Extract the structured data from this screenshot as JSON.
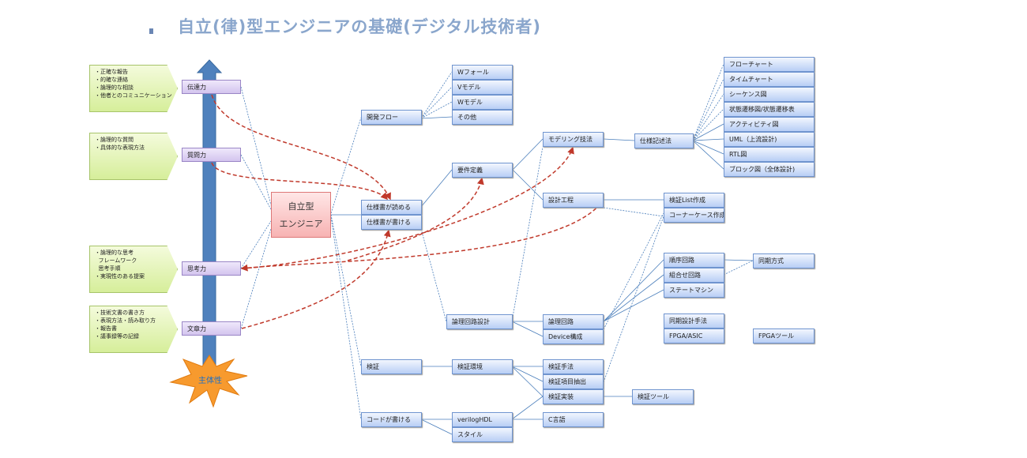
{
  "title": "自立(律)型エンジニアの基礎(デジタル技術者)",
  "skills": [
    {
      "label": "伝達力",
      "notes": [
        "・正確な報告",
        "・的確な連絡",
        "・論理的な相談",
        "・他者とのコミュニケーション"
      ]
    },
    {
      "label": "質問力",
      "notes": [
        "・論理的な質問",
        "・具体的な表現方法"
      ]
    },
    {
      "label": "思考力",
      "notes": [
        "・論理的な思考",
        "  フレームワーク",
        "  思考手順",
        "・実現性のある提案"
      ]
    },
    {
      "label": "文章力",
      "notes": [
        "・技術文書の書き方",
        "・表現方法・読み取り方",
        "・報告書",
        "・議事録等の記録"
      ]
    }
  ],
  "base": "主体性",
  "center": {
    "line1": "自立型",
    "line2": "エンジニア"
  },
  "nodes": {
    "dev_flow": "開発フロー",
    "dev_models": [
      "Wフォール",
      "Vモデル",
      "Wモデル",
      "その他"
    ],
    "spec": [
      "仕様書が読める",
      "仕様書が書ける"
    ],
    "requirements": "要件定義",
    "modeling": "モデリング技法",
    "design_process": "設計工程",
    "spec_notation": "仕様記述法",
    "diagrams": [
      "フローチャート",
      "タイムチャート",
      "シーケンス図",
      "状態遷移図/状態遷移表",
      "アクティビティ図",
      "UML（上流設計)",
      "RTL図",
      "ブロック図（全体設計)"
    ],
    "test_items": [
      "検証List作成",
      "コーナーケース作成"
    ],
    "circuit_design": "論理回路設計",
    "circuit_parts": [
      "論理回路",
      "Device構成"
    ],
    "circuit_types": [
      "順序回路",
      "組合せ回路",
      "ステートマシン"
    ],
    "sync_method": "同期方式",
    "sync_design": [
      "同期設計手法",
      "FPGA/ASIC"
    ],
    "fpga_tool": "FPGAツール",
    "verification": "検証",
    "verification_env": "検証環境",
    "verification_methods": [
      "検証手法",
      "検証項目抽出"
    ],
    "verification_impl": "検証実装",
    "verification_tool": "検証ツール",
    "coding": "コードが書ける",
    "hdl": [
      "verilogHDL",
      "スタイル"
    ],
    "c_lang": "C言語"
  },
  "colors": {
    "arrow": "#4f81bd",
    "star": "#f79a2e",
    "dashed": "#c0392b",
    "line": "#4a7ebb"
  }
}
